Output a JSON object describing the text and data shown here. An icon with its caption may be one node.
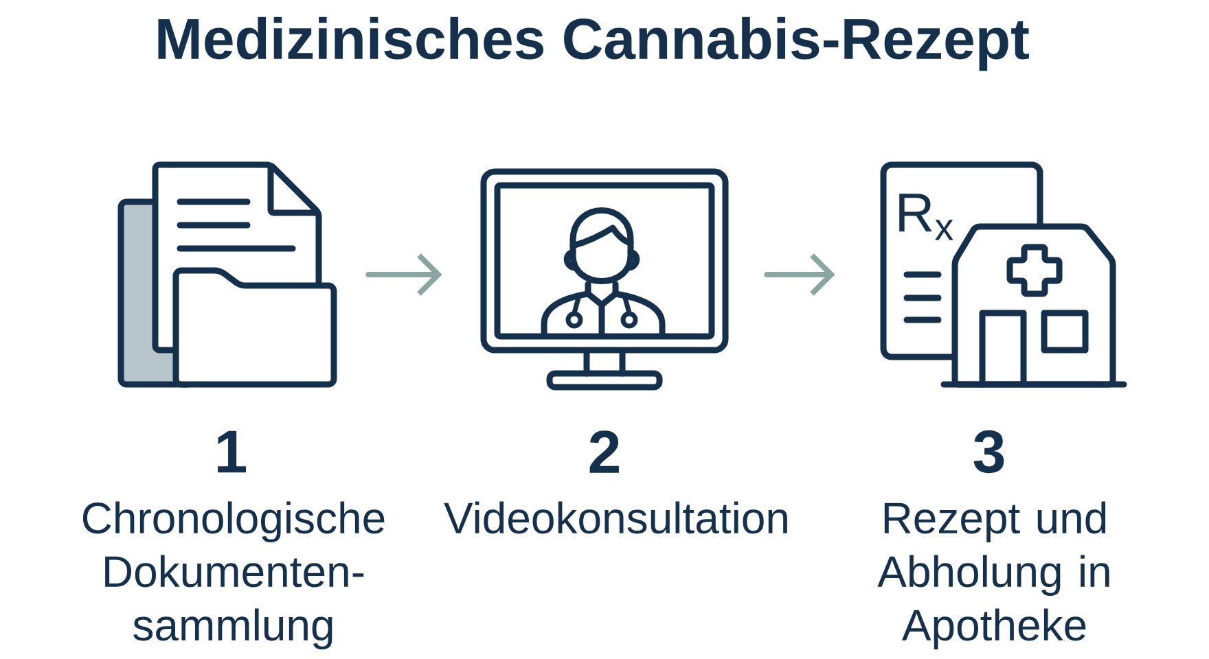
{
  "diagram": {
    "title": "Medizinisches Cannabis-Rezept",
    "nodes": [
      {
        "text": [],
        "shape": "picture",
        "beside": [
          "1",
          "Chronologische Dokumenten- sammlung"
        ]
      },
      {
        "text": [],
        "shape": "picture",
        "beside": [
          "2",
          "Videokonsultation"
        ]
      },
      {
        "text": [],
        "shape": "picture",
        "beside": [
          "3",
          "Rezept und Abholung in Apotheke"
        ]
      }
    ],
    "edges": [
      {
        "from": 0,
        "to": 1,
        "arrow": "to"
      },
      {
        "from": 1,
        "to": 2,
        "arrow": "to"
      }
    ],
    "labels": [
      "R$_{x}$"
    ]
  }
}
